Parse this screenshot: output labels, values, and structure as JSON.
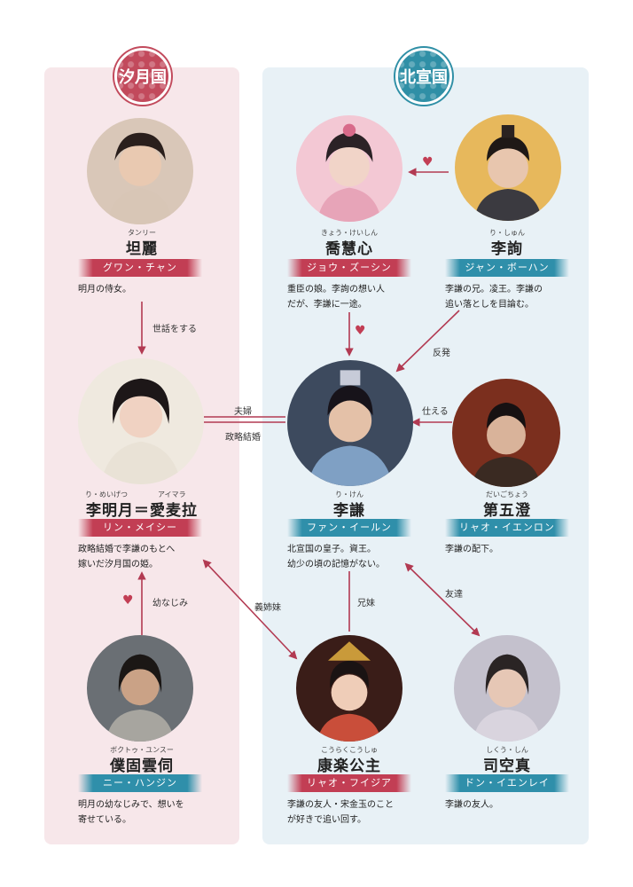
{
  "kingdoms": {
    "left": "汐月国",
    "right": "北宣国"
  },
  "colors": {
    "red": "#c23e54",
    "blue": "#2f8faa",
    "left_panel": "#f7e7ea",
    "right_panel": "#e8f1f6"
  },
  "characters": {
    "tanli": {
      "ruby": "タンリー",
      "name": "坦麗",
      "role": "グワン・チャン",
      "desc": [
        "明月の侍女。"
      ]
    },
    "qiao": {
      "ruby": "きょう・けいしん",
      "name": "喬慧心",
      "role": "ジョウ・ズーシン",
      "desc": [
        "重臣の娘。李詢の想い人",
        "だが、李謙に一途。"
      ]
    },
    "lixun": {
      "ruby": "り・しゅん",
      "name": "李詢",
      "role": "ジャン・ボーハン",
      "desc": [
        "李謙の兄。凌王。李謙の",
        "追い落としを目論む。"
      ]
    },
    "mingyue": {
      "ruby_left": "り・めいげつ",
      "ruby_right": "アイマラ",
      "name": "李明月＝愛麦拉",
      "role": "リン・メイシー",
      "desc": [
        "政略結婚で李謙のもとへ",
        "嫁いだ汐月国の姫。"
      ]
    },
    "liqian": {
      "ruby": "り・けん",
      "name": "李謙",
      "role": "ファン・イールン",
      "desc": [
        "北宣国の皇子。資王。",
        "幼少の頃の記憶がない。"
      ]
    },
    "diwu": {
      "ruby": "だいごちょう",
      "name": "第五澄",
      "role": "リャオ・イエンロン",
      "desc": [
        "李謙の配下。"
      ]
    },
    "pugu": {
      "ruby": "ボクトゥ・ユンスー",
      "name": "僕固雲伺",
      "role": "ニー・ハンジン",
      "desc": [
        "明月の幼なじみで、想いを",
        "寄せている。"
      ]
    },
    "kangle": {
      "ruby": "こうらくこうしゅ",
      "name": "康楽公主",
      "role": "リャオ・フイジア",
      "desc": [
        "李謙の友人・宋金玉のこと",
        "が好きで追い回す。"
      ]
    },
    "sikong": {
      "ruby": "しくう・しん",
      "name": "司空真",
      "role": "ドン・イエンレイ",
      "desc": [
        "李謙の友人。"
      ]
    }
  },
  "relations": {
    "serve_care": "世話をする",
    "couple": "夫婦",
    "political_marriage": "政略結婚",
    "serves": "仕える",
    "rebellion": "反発",
    "childhood_friend": "幼なじみ",
    "sworn_sister": "義姉妹",
    "siblings": "兄妹",
    "friend": "友達"
  },
  "icons": {
    "heart": "heart-icon"
  }
}
